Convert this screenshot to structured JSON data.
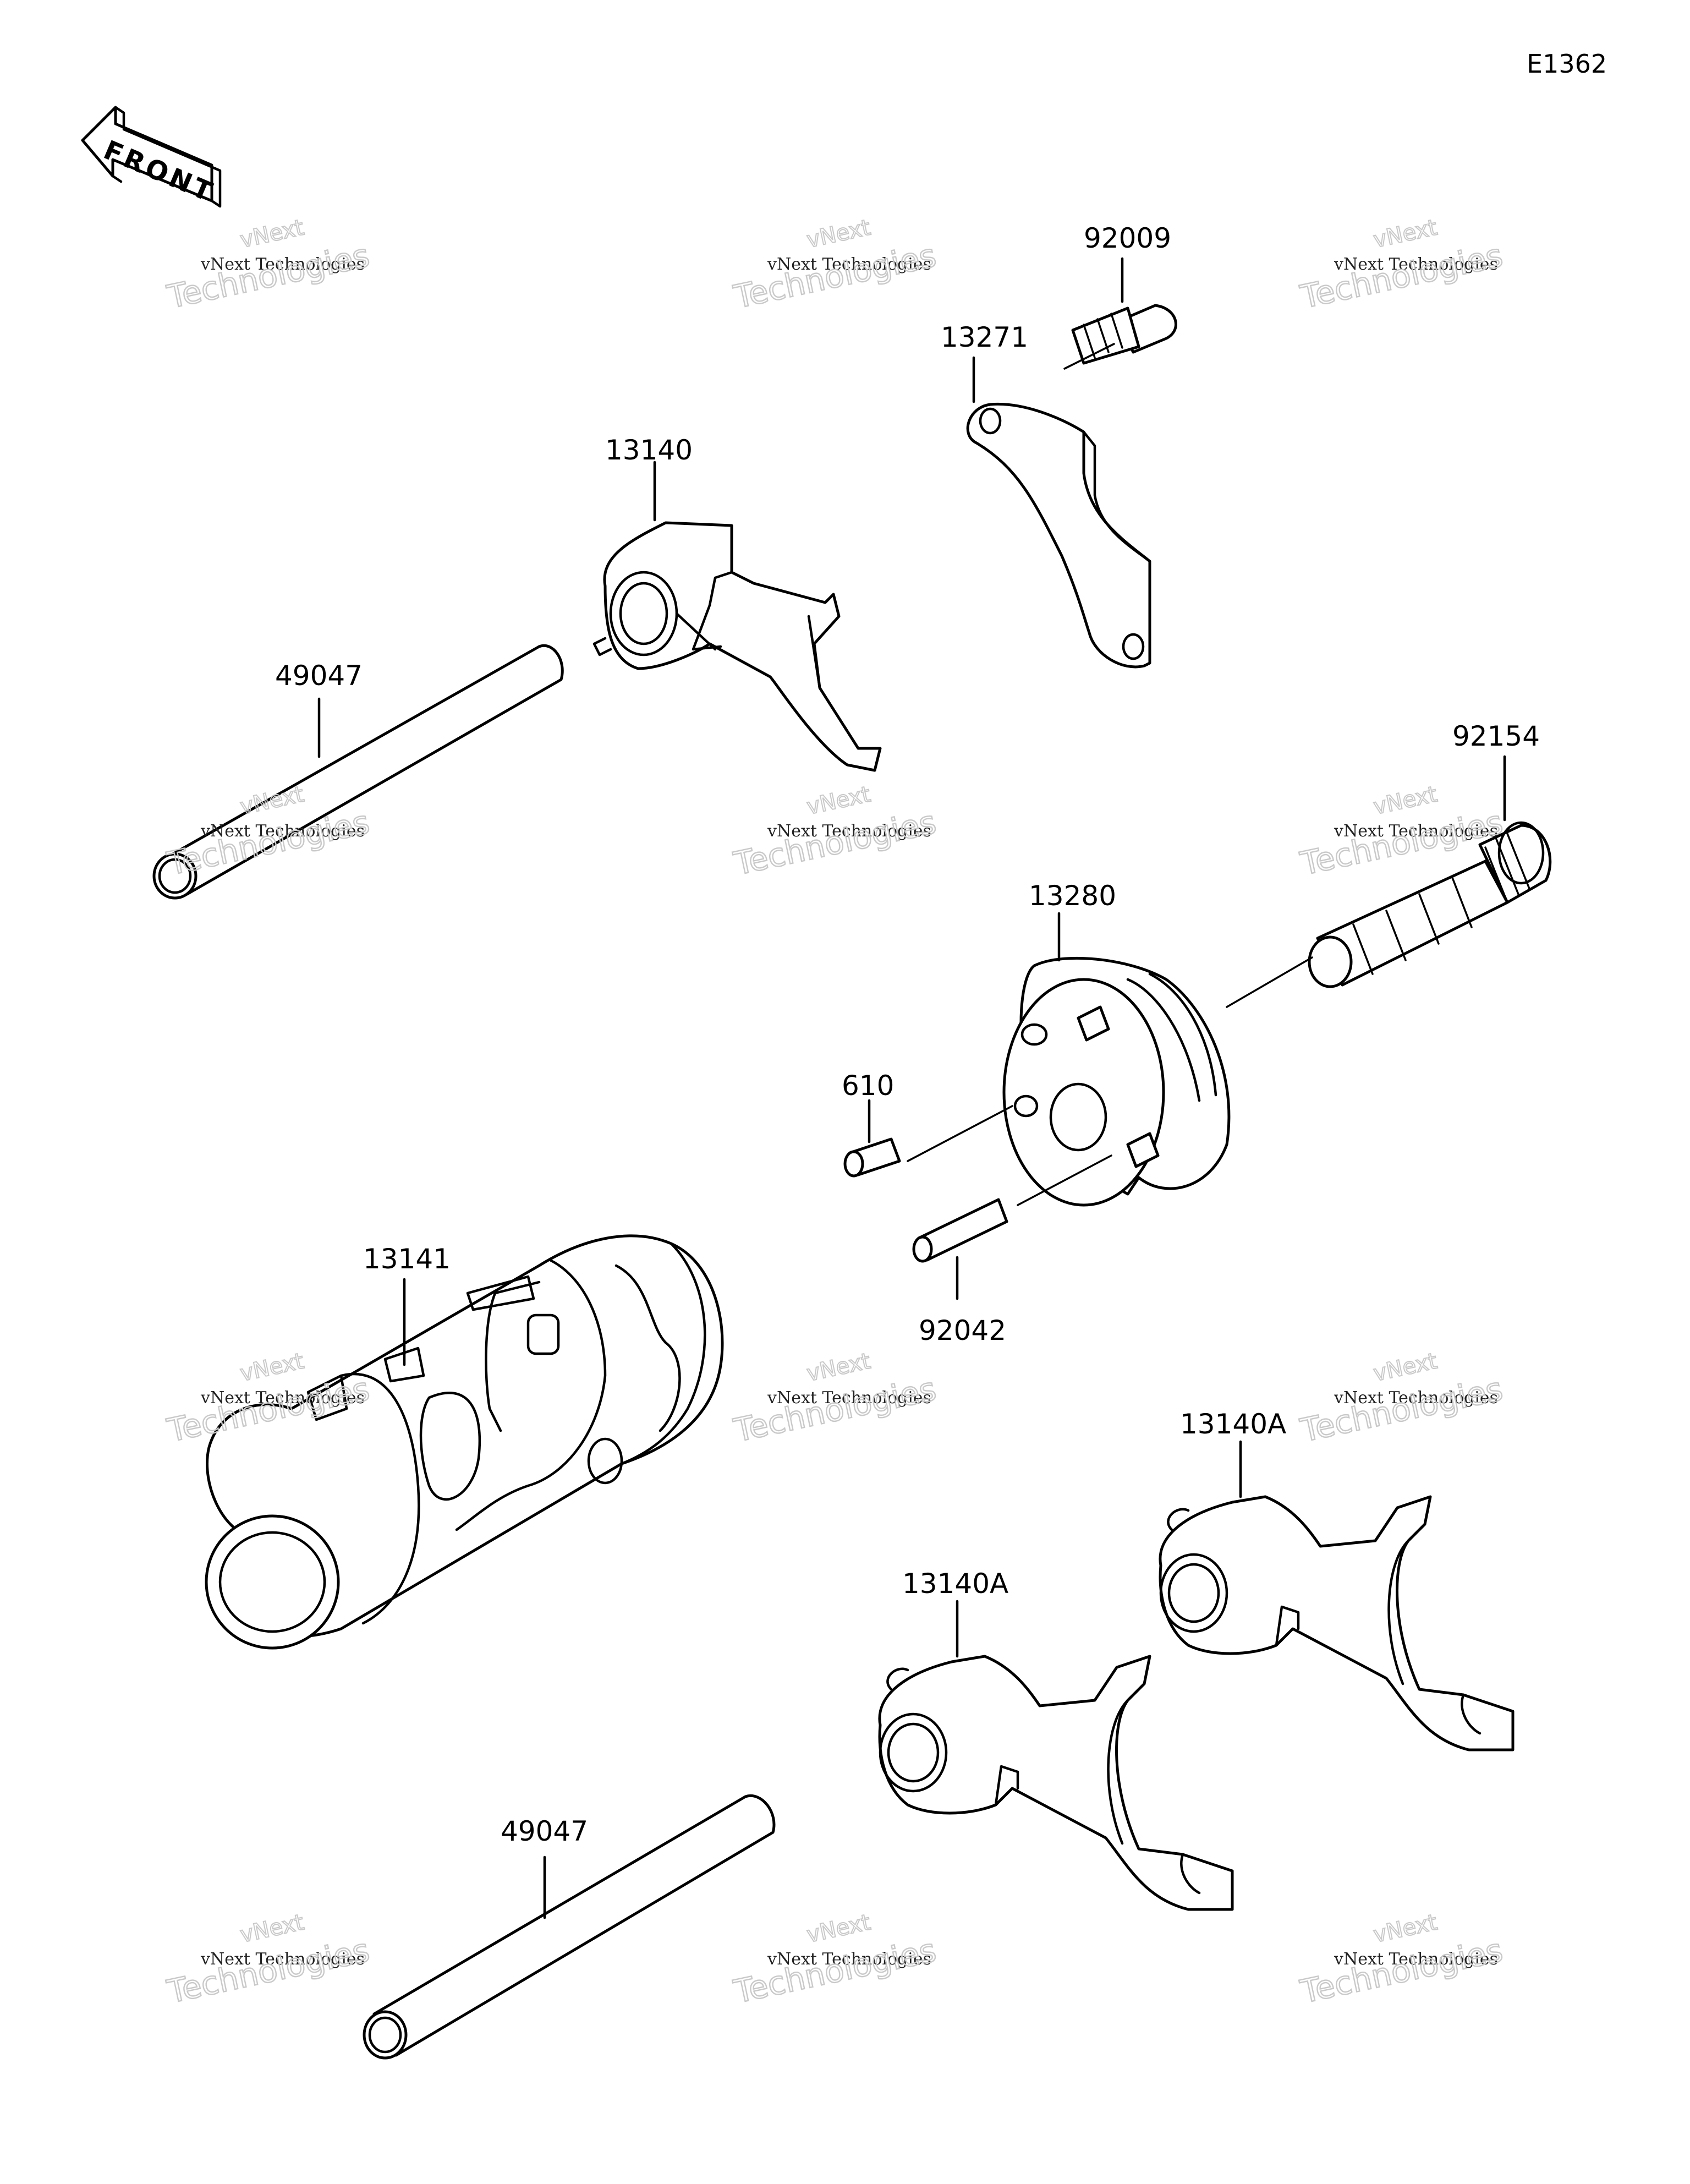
{
  "diagram": {
    "code": "E1362",
    "direction_arrow": "FRONT",
    "callouts": {
      "c92009": "92009",
      "c13271": "13271",
      "c13140": "13140",
      "c49047_top": "49047",
      "c92154": "92154",
      "c13280": "13280",
      "c610": "610",
      "c92042": "92042",
      "c13141": "13141",
      "c13140A_right": "13140A",
      "c13140A_left": "13140A",
      "c49047_bottom": "49047"
    },
    "watermark": {
      "line1": "vNext Technologies",
      "line2": "vNext",
      "line3": "Technologies"
    }
  }
}
